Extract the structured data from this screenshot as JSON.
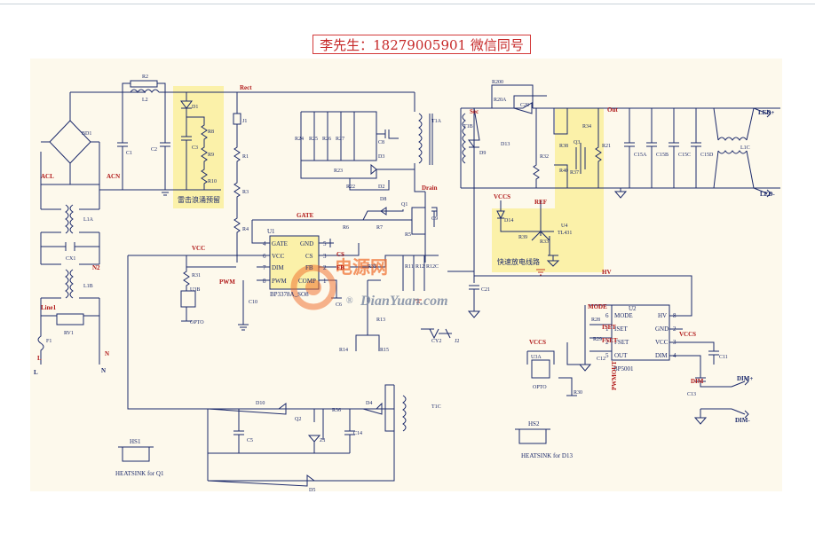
{
  "header": {
    "contact": "李先生：18279005901 微信同号"
  },
  "watermark": {
    "cn": "电源网",
    "en": "DianYuan.com",
    "reg": "®"
  },
  "annotations": {
    "surge": "雷击浪涌预留",
    "fast_discharge": "快速放电线路",
    "heatsink1": "HEATSINK for Q1",
    "heatsink2": "HEATSINK for D13",
    "hs1": "HS1",
    "hs2": "HS2"
  },
  "ic": {
    "u1": {
      "ref": "U1",
      "name": "BP3378A_SO8",
      "pins_left": [
        {
          "num": "4",
          "name": "GATE"
        },
        {
          "num": "6",
          "name": "VCC"
        },
        {
          "num": "7",
          "name": "DIM"
        },
        {
          "num": "8",
          "name": "PWM"
        }
      ],
      "pins_right": [
        {
          "num": "5",
          "name": "GND"
        },
        {
          "num": "3",
          "name": "CS"
        },
        {
          "num": "2",
          "name": "FB"
        },
        {
          "num": "1",
          "name": "COMP"
        }
      ]
    },
    "u2": {
      "ref": "U2",
      "name": "BP5001",
      "pins_left": [
        {
          "num": "6",
          "name": "MODE"
        },
        {
          "num": "1",
          "name": "ISET"
        },
        {
          "num": "2",
          "name": "FSET"
        },
        {
          "num": "5",
          "name": "OUT"
        }
      ],
      "pins_right": [
        {
          "num": "8",
          "name": "HV"
        },
        {
          "num": "2",
          "name": "GND"
        },
        {
          "num": "3",
          "name": "VCC"
        },
        {
          "num": "4",
          "name": "DIM"
        }
      ]
    }
  },
  "nets": {
    "rect": "Rect",
    "gate": "GATE",
    "vcc": "VCC",
    "pwm": "PWM",
    "cs": "CS",
    "fb": "FB",
    "drain": "Drain",
    "sec": "Sec",
    "out": "Out",
    "hv": "HV",
    "vccs": "VCCS",
    "ref": "REF",
    "mode": "MODE",
    "iset": "ISET",
    "fset": "FSET",
    "pwmout": "PWMOUT",
    "dim": "DIM",
    "acl": "ACL",
    "acn": "ACN",
    "line1": "Line1",
    "n2": "N2",
    "l": "L",
    "n": "N",
    "led_plus": "LED+",
    "led_minus": "LED-",
    "dim_plus": "DIM+",
    "dim_minus": "DIM-"
  },
  "components": {
    "bd1": "BD1",
    "l2": "L2",
    "r2": "R2",
    "c1": "C1",
    "c2": "C2",
    "c3": "C3",
    "d1": "D1",
    "r8": "R8",
    "r9": "R9",
    "r10": "R10",
    "j1": "J1",
    "r1": "R1",
    "r3": "R3",
    "r4": "R4",
    "r24": "R24",
    "r25": "R25",
    "r26": "R26",
    "r27": "R27",
    "c8": "C8",
    "r23": "R23",
    "r22": "R22",
    "d3": "D3",
    "d2": "D2",
    "d8": "D8",
    "r6": "R6",
    "r7": "R7",
    "q1": "Q1",
    "c9": "C9",
    "r5": "R5",
    "t1a": "T1A",
    "t1b": "T1B",
    "t1c": "T1C",
    "r200": "R200",
    "r20a": "R20A",
    "c20": "C20",
    "d13": "D13",
    "d9": "D9",
    "r32": "R32",
    "r38": "R38",
    "r40": "R40",
    "r37": "R37",
    "q3": "Q3",
    "r34": "R34",
    "r21": "R21",
    "c15a": "C15A",
    "c15b": "C15B",
    "c15c": "C15C",
    "c15d": "C15D",
    "l1c": "L1C",
    "d14": "D14",
    "r39": "R39",
    "r33": "R33",
    "u4": "U4",
    "tl431": "TL431",
    "l1a": "L1A",
    "l1b": "L1B",
    "cx1": "CX1",
    "rv1": "RV1",
    "f1": "F1",
    "r31": "R31",
    "u3b": "U3B",
    "opto": "OPTO",
    "c10": "C10",
    "c6": "C6",
    "r35": "R35",
    "r11": "R11",
    "r12": "R12",
    "r12c": "R12C",
    "r13": "R13",
    "r14": "R14",
    "r15": "R15",
    "cy2": "CY2",
    "j2": "J2",
    "c21": "C21",
    "r28": "R28",
    "r29": "R29",
    "c12": "C12",
    "u3a": "U3A",
    "r30": "R30",
    "c11": "C11",
    "c13": "C13",
    "d10": "D10",
    "d4": "D4",
    "q2": "Q2",
    "r36": "R36",
    "z1": "Z1",
    "c14": "C14",
    "c5": "C5",
    "d5": "D5"
  },
  "colors": {
    "wire": "#1c2a6b",
    "net_label": "#b01818",
    "highlight": "#fbf1a9",
    "sheet": "#fdf9ec",
    "ground": "#c0392b",
    "watermark": "#ef6c2a"
  }
}
